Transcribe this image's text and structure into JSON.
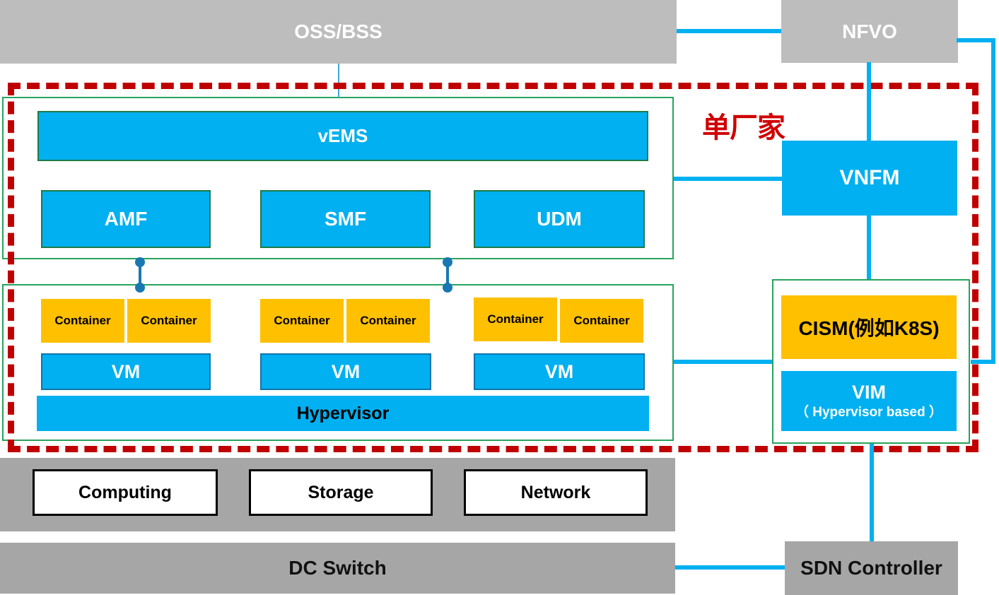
{
  "top": {
    "oss_bss": "OSS/BSS",
    "nfvo": "NFVO"
  },
  "vendor_label": "单厂家",
  "vnf": {
    "vems": "vEMS",
    "nfs": [
      "AMF",
      "SMF",
      "UDM"
    ]
  },
  "nfvi": {
    "groups": [
      {
        "containers": [
          "Container",
          "Container"
        ],
        "vm": "VM"
      },
      {
        "containers": [
          "Container",
          "Container"
        ],
        "vm": "VM"
      },
      {
        "containers": [
          "Container",
          "Container"
        ],
        "vm": "VM"
      }
    ],
    "hypervisor": "Hypervisor"
  },
  "mano": {
    "vnfm": "VNFM",
    "cism": "CISM(例如K8S)",
    "vim_title": "VIM",
    "vim_subtitle": "（ Hypervisor based ）"
  },
  "hardware": {
    "items": [
      "Computing",
      "Storage",
      "Network"
    ]
  },
  "bottom": {
    "dc_switch": "DC Switch",
    "sdn_controller": "SDN Controller"
  },
  "colors": {
    "box_blue": "#00B0F0",
    "box_orange": "#FFC000",
    "header_gray": "#BDBDBD",
    "bar_gray": "#A6A6A6",
    "green_frame": "#27A35D",
    "green_box_border": "#1E7B44",
    "red_dash": "#C00000",
    "vendor_text_red": "#D00000",
    "connector_blue": "#00B0F0",
    "connector_dot_blue": "#1878B2"
  }
}
